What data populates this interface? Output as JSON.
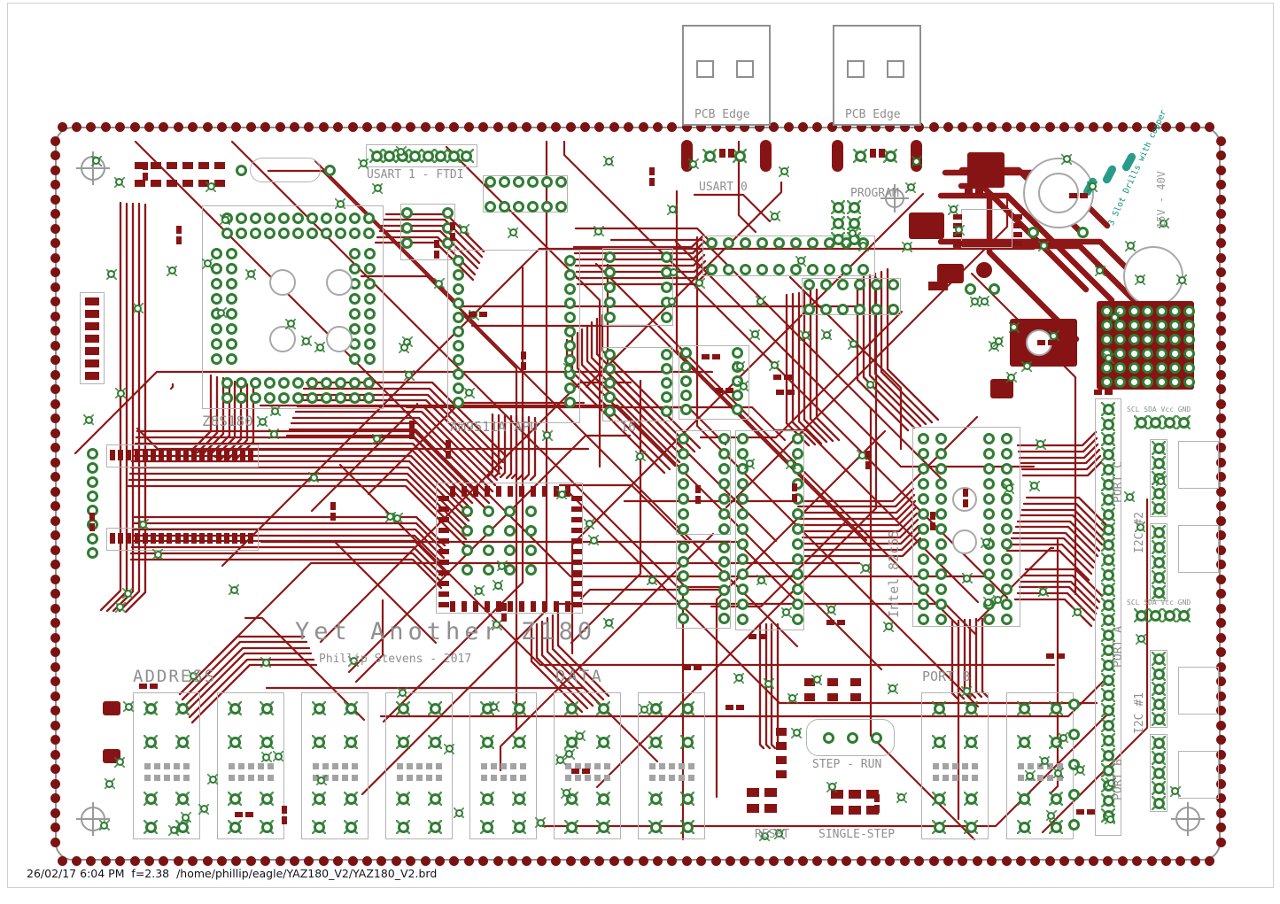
{
  "app": {
    "status_bar": "26/02/17 6:04 PM  f=2.38  /home/phillip/eagle/YAZ180_V2/YAZ180_V2.brd"
  },
  "colors": {
    "copper": "#8e1717",
    "copper_dark": "#7c1313",
    "pad_green": "#2f7d32",
    "silkscreen": "#8f8f8f",
    "teal_note": "#0b8f7a"
  },
  "labels": {
    "pcb_edge_1": "PCB Edge",
    "pcb_edge_2": "PCB Edge",
    "usart1": "USART 1 - FTDI",
    "usart0": "USART 0",
    "program": "PROGRAM",
    "z8s180": "Z8S180",
    "apu": "Am9511A APU",
    "apu_suffix": "16",
    "intel": "Intel 82c55",
    "title": "Yet Another Z180",
    "author": "Phillip Stevens - 2017",
    "address": "ADDRESS",
    "data_bus": "DATA",
    "port_b_bottom": "PORT B",
    "port_c": "PORT C",
    "i2c_2": "I2C #2",
    "port_a": "PORT A",
    "i2c_1": "I2C #1",
    "port_b_right": "PORT B",
    "scl_header_1": "SCL SDA Vcc GND",
    "scl_header_2": "SCL SDA Vcc GND",
    "voltage_range": "15V - 40V",
    "drills_note": "3 Slot Drills with copper",
    "step_run": "STEP - RUN",
    "reset": "RESET",
    "single_step": "SINGLE-STEP"
  }
}
